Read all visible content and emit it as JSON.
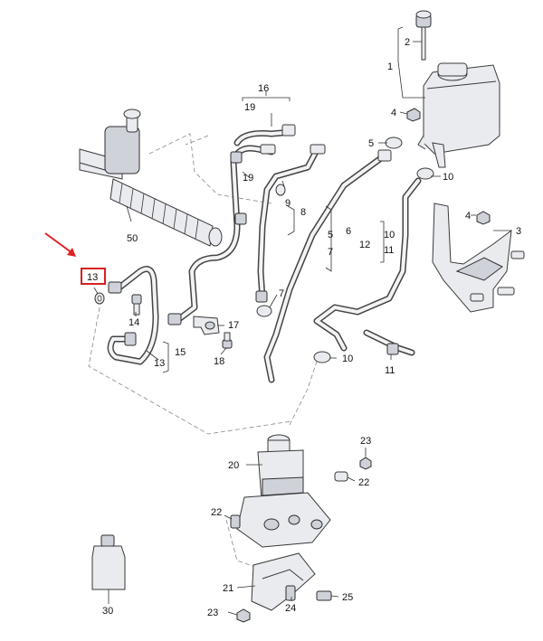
{
  "callouts": {
    "c1": "1",
    "c2": "2",
    "c3": "3",
    "c4a": "4",
    "c4b": "4",
    "c5a": "5",
    "c5b": "5",
    "c6": "6",
    "c7a": "7",
    "c7b": "7",
    "c8": "8",
    "c9": "9",
    "c10a": "10",
    "c10b": "10",
    "c10c": "10",
    "c11a": "11",
    "c11b": "11",
    "c12": "12",
    "c13a": "13",
    "c13b": "13",
    "c14": "14",
    "c15": "15",
    "c16": "16",
    "c17": "17",
    "c18": "18",
    "c19a": "19",
    "c19b": "19",
    "c20": "20",
    "c21": "21",
    "c22a": "22",
    "c22b": "22",
    "c23a": "23",
    "c23b": "23",
    "c24": "24",
    "c25": "25",
    "c30": "30",
    "c50": "50"
  },
  "highlight": {
    "label": "13",
    "box_color": "#d62020",
    "arrow_color": "#e02020"
  }
}
